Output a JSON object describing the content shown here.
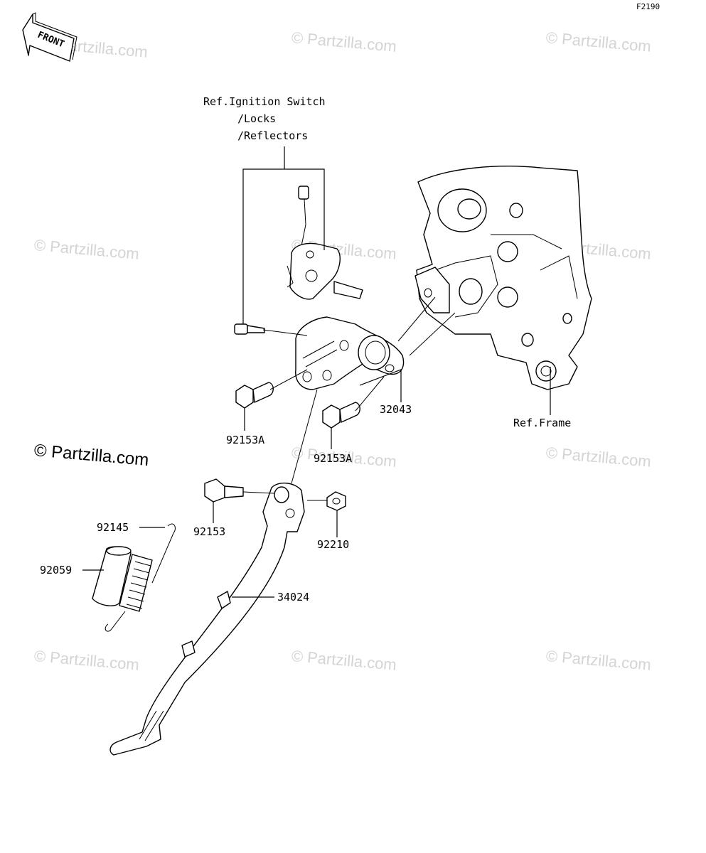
{
  "page_code": "F2190",
  "front_arrow": {
    "label": "FRONT",
    "icon": "front-arrow-icon"
  },
  "watermark": "© Partzilla.com",
  "callouts": {
    "ref_ignition_line1": "Ref.Ignition Switch",
    "ref_ignition_line2": "/Locks",
    "ref_ignition_line3": "/Reflectors",
    "ref_frame": "Ref.Frame",
    "part_32043": "32043",
    "part_92153A_left": "92153A",
    "part_92153A_right": "92153A",
    "part_92153": "92153",
    "part_92210": "92210",
    "part_92145": "92145",
    "part_92059": "92059",
    "part_34024": "34024"
  }
}
